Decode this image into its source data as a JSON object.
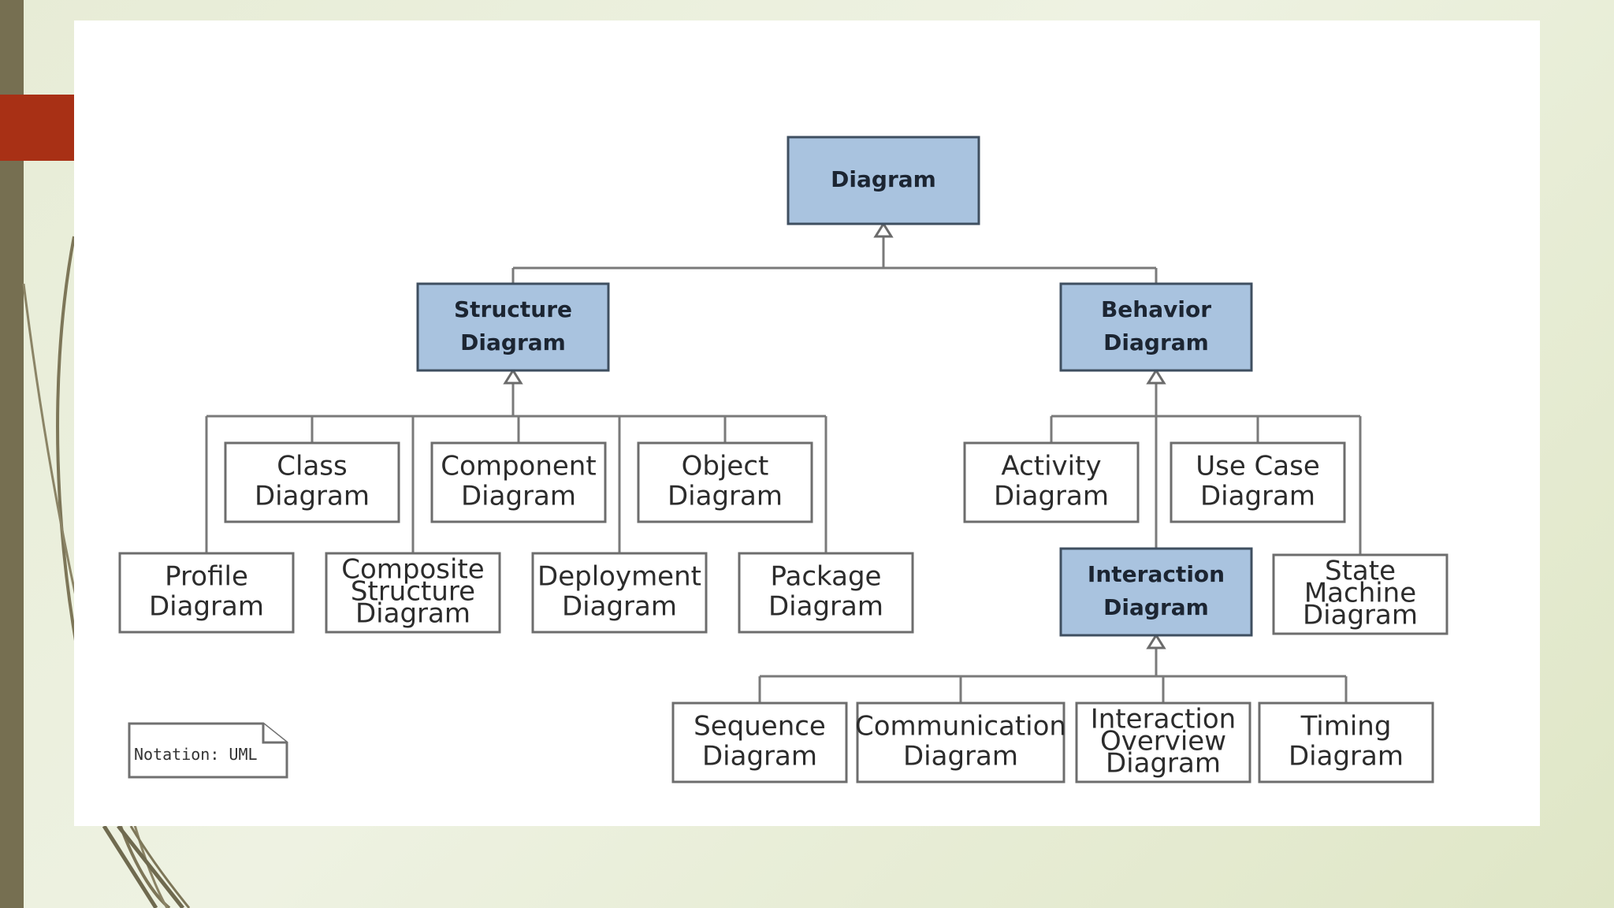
{
  "diagram": {
    "root": {
      "lines": [
        "Diagram"
      ]
    },
    "structure": {
      "lines": [
        "Structure",
        "Diagram"
      ]
    },
    "behavior": {
      "lines": [
        "Behavior",
        "Diagram"
      ]
    },
    "interaction": {
      "lines": [
        "Interaction",
        "Diagram"
      ]
    },
    "class": {
      "lines": [
        "Class",
        "Diagram"
      ]
    },
    "component": {
      "lines": [
        "Component",
        "Diagram"
      ]
    },
    "object": {
      "lines": [
        "Object",
        "Diagram"
      ]
    },
    "profile": {
      "lines": [
        "Profile",
        "Diagram"
      ]
    },
    "composite": {
      "lines": [
        "Composite",
        "Structure",
        "Diagram"
      ]
    },
    "deployment": {
      "lines": [
        "Deployment",
        "Diagram"
      ]
    },
    "package": {
      "lines": [
        "Package",
        "Diagram"
      ]
    },
    "activity": {
      "lines": [
        "Activity",
        "Diagram"
      ]
    },
    "usecase": {
      "lines": [
        "Use Case",
        "Diagram"
      ]
    },
    "statemachine": {
      "lines": [
        "State",
        "Machine",
        "Diagram"
      ]
    },
    "sequence": {
      "lines": [
        "Sequence",
        "Diagram"
      ]
    },
    "communication": {
      "lines": [
        "Communication",
        "Diagram"
      ]
    },
    "interactionoverview": {
      "lines": [
        "Interaction",
        "Overview",
        "Diagram"
      ]
    },
    "timing": {
      "lines": [
        "Timing",
        "Diagram"
      ]
    },
    "note": "Notation: UML"
  },
  "colors": {
    "abstract_fill": "#a9c3df",
    "accent": "#a83015",
    "left_bar": "#766f51",
    "background": "#e7ecd6"
  }
}
